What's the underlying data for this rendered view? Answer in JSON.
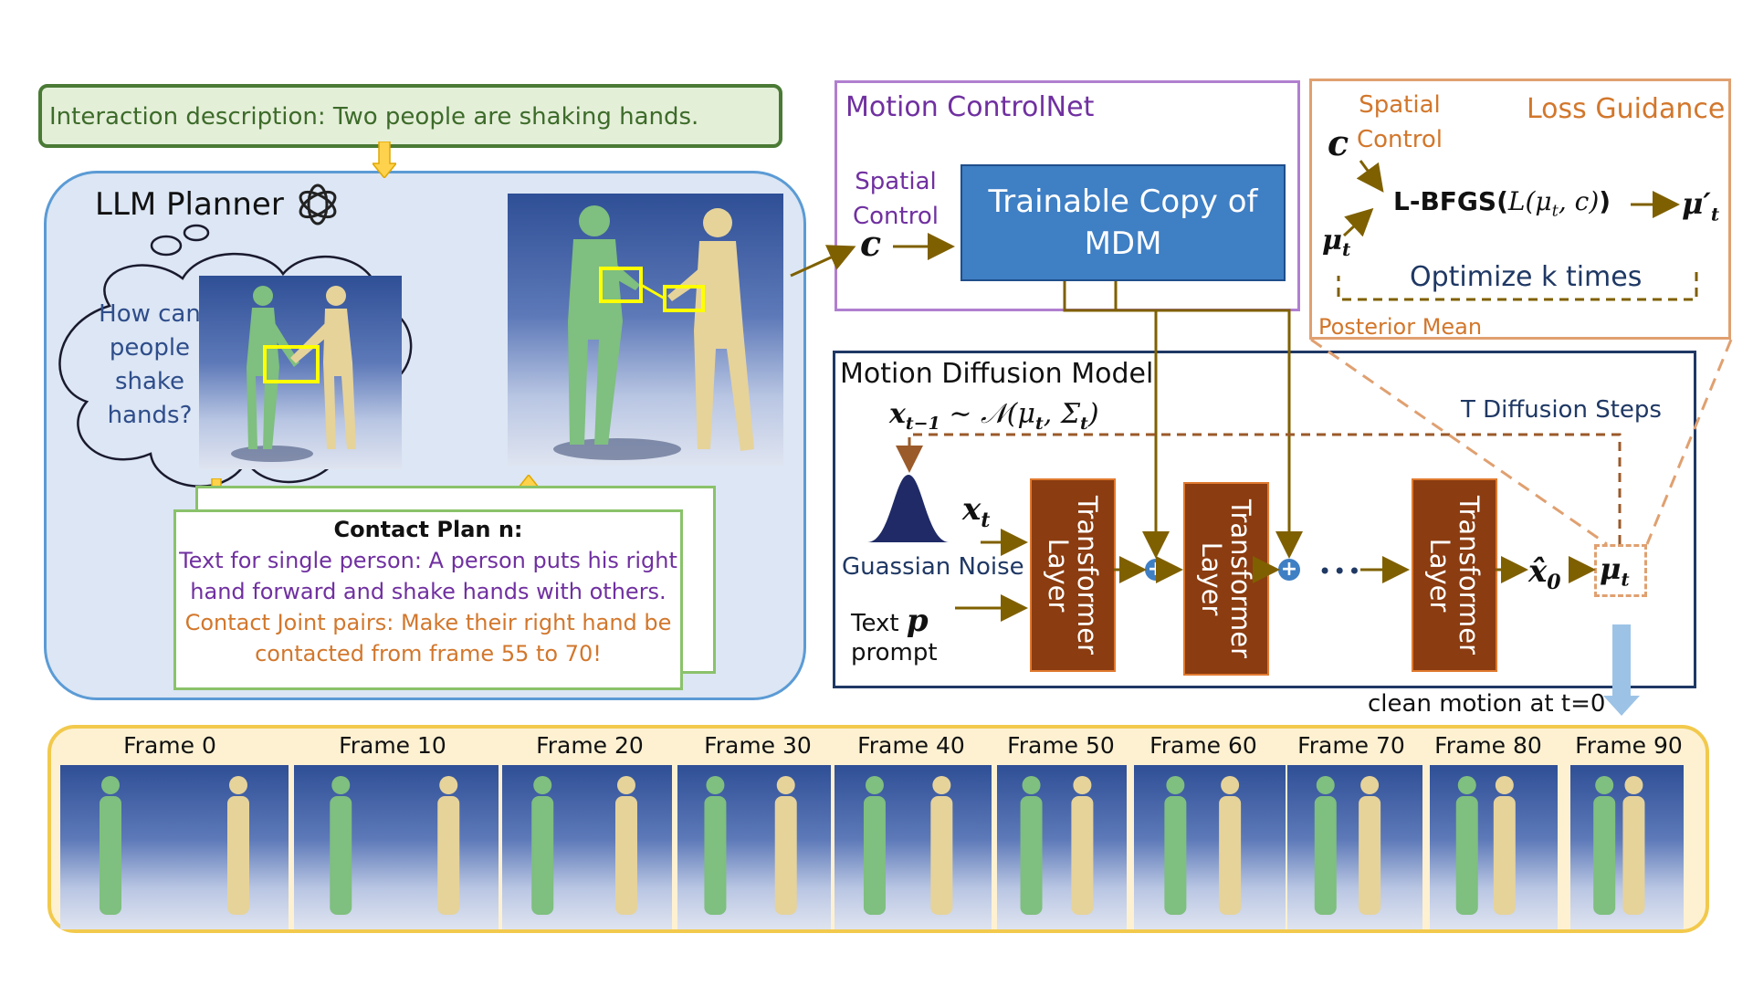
{
  "interaction_description": "Interaction description: Two people are shaking hands.",
  "llm_planner": {
    "title": "LLM Planner",
    "thought_lines": [
      "How can",
      "people",
      "shake",
      "hands?"
    ]
  },
  "contact_plan": {
    "title": "Contact Plan n:",
    "single_person_lines": [
      "Text for single person: A person puts his right",
      "hand forward and shake hands with others."
    ],
    "joint_pairs_lines": [
      "Contact Joint pairs: Make their right hand be",
      "contacted from frame 55 to 70!"
    ]
  },
  "controlnet": {
    "title": "Motion ControlNet",
    "spatial_control_lines": [
      "Spatial",
      "Control"
    ],
    "c_symbol": "c",
    "trainable_copy_lines": [
      "Trainable Copy of",
      "MDM"
    ]
  },
  "loss_guidance": {
    "title": "Loss Guidance",
    "spatial_control_lines": [
      "Spatial",
      "Control"
    ],
    "c_symbol": "c",
    "mu_t": "μ",
    "mu_t_sub": "t",
    "lbfgs_prefix": "L-BFGS(",
    "lbfgs_math": "L(μ",
    "lbfgs_math_sub": "t",
    "lbfgs_math_rest": ", c)",
    "lbfgs_suffix": ")",
    "mu_prime": "μ′",
    "mu_prime_sub": "t",
    "optimize": "Optimize k times",
    "posterior_mean": "Posterior Mean"
  },
  "mdm": {
    "title": "Motion Diffusion Model",
    "sampling_formula": "x",
    "sampling_formula_sub": "t−1",
    "sampling_formula_rest": " ∼ 𝒩(μ",
    "sampling_formula_sub2": "t",
    "sampling_formula_rest2": ", Σ",
    "sampling_formula_sub3": "t",
    "sampling_formula_end": ")",
    "diffusion_steps": "T Diffusion Steps",
    "noise_label": "Guassian Noise",
    "xt": "x",
    "xt_sub": "t",
    "text_label": "Text",
    "p_symbol": "p",
    "prompt_label": "prompt",
    "transformer_lines": [
      "Transformer",
      "Layer"
    ],
    "dots": "•••",
    "x0_hat": "x̂",
    "x0_sub": "0",
    "mu_out": "μ",
    "mu_out_sub": "t",
    "plus_symbol": "+"
  },
  "clean_motion": "clean motion at t=0",
  "frames": [
    "Frame 0",
    "Frame 10",
    "Frame 20",
    "Frame 30",
    "Frame 40",
    "Frame 50",
    "Frame 60",
    "Frame 70",
    "Frame 80",
    "Frame 90"
  ],
  "colors": {
    "green_border": "#4a7a35",
    "green_fill": "#e4efd8",
    "planner_border": "#5b9bd5",
    "planner_fill": "#dce6f4",
    "purple": "#7030a0",
    "orange": "#d2772c",
    "brown_arrow": "#7f6000",
    "mdm_border": "#1f3864",
    "trainable_fill": "#3f7fc4",
    "transformer_fill": "#8b3c10",
    "frames_fill": "#fdf1d2",
    "frames_border": "#f2c94c",
    "person_green": "#7fbf7f",
    "person_yellow": "#e6d39a"
  }
}
